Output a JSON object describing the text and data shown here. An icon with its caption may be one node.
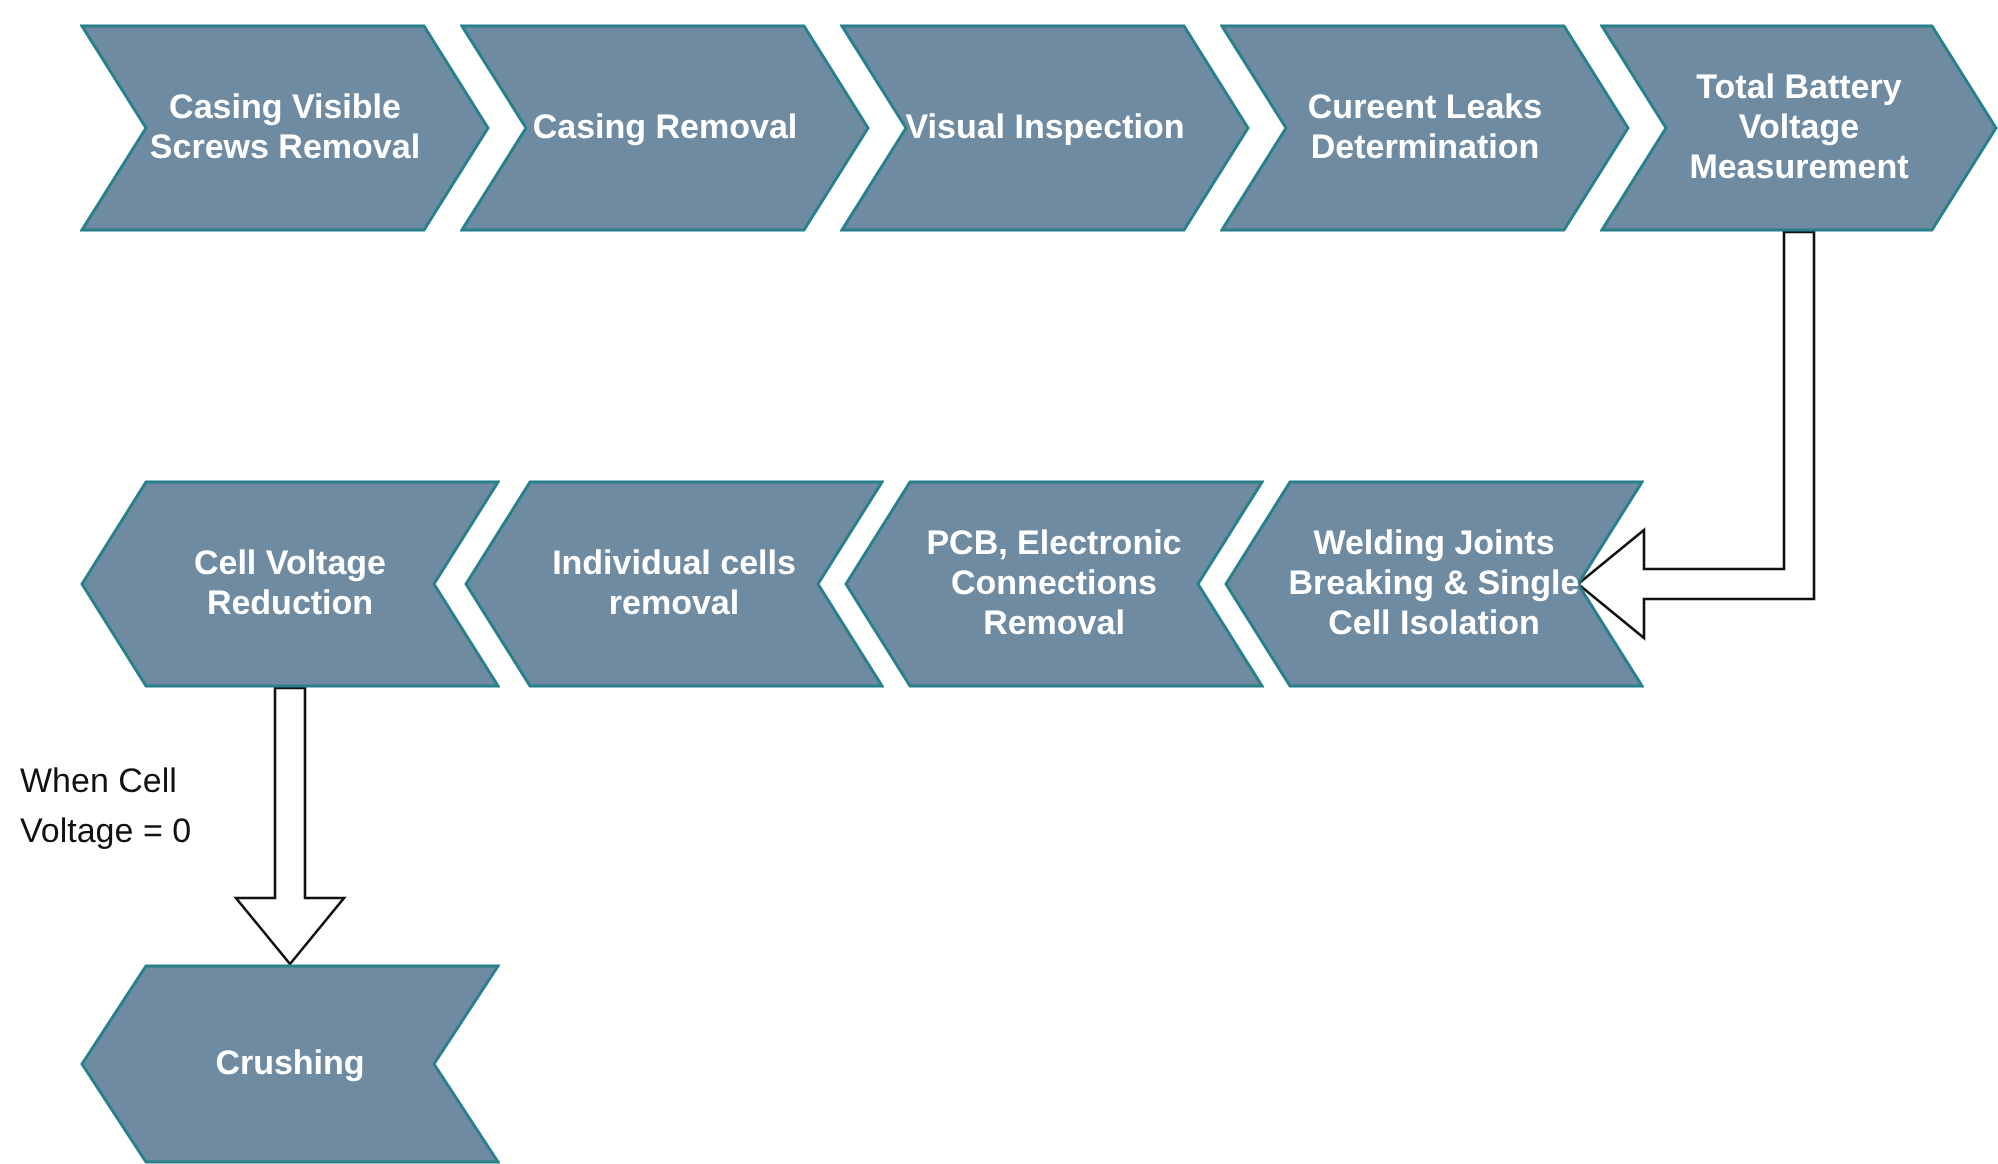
{
  "diagram": {
    "nodes": [
      {
        "text": [
          "Casing Visible Screws Removal"
        ]
      },
      {
        "text": [
          "Casing Removal"
        ]
      },
      {
        "text": [
          "Visual Inspection"
        ]
      },
      {
        "text": [
          "Cureent Leaks Determination"
        ]
      },
      {
        "text": [
          "Total Battery Voltage Measurement"
        ]
      },
      {
        "text": [
          "Cell Voltage Reduction"
        ]
      },
      {
        "text": [
          "Individual cells removal"
        ]
      },
      {
        "text": [
          "PCB, Electronic Connections Removal"
        ]
      },
      {
        "text": [
          "Welding Joints Breaking & Single Cell Isolation"
        ]
      },
      {
        "text": [
          "Crushing"
        ]
      }
    ],
    "edges": [
      {
        "from": 4,
        "to": 8,
        "arrow": "to"
      },
      {
        "from": 5,
        "to": 9,
        "arrow": "to",
        "label": "When Cell Voltage = 0"
      }
    ]
  }
}
